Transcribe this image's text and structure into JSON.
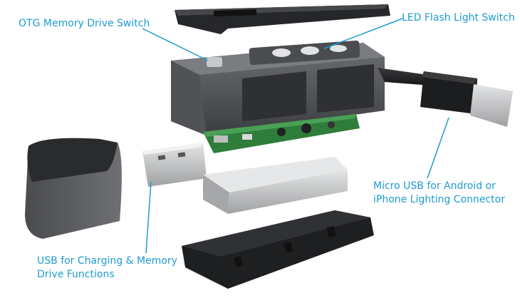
{
  "labels": {
    "otg_switch": "OTG Memory Drive Switch",
    "led_switch": "LED Flash Light Switch",
    "micro_usb_line1": "Micro USB for Android or",
    "micro_usb_line2": "iPhone Lighting Connector",
    "usb_line1": "USB for Charging & Memory",
    "usb_line2": "Drive Functions"
  },
  "colors": {
    "callout": "#1f9bd0",
    "housing": "#5b5d60",
    "housing_dark": "#3a3b3d",
    "pcb": "#2e7d3a",
    "metal": "#c9cacb",
    "plastic": "#1e1f21"
  }
}
